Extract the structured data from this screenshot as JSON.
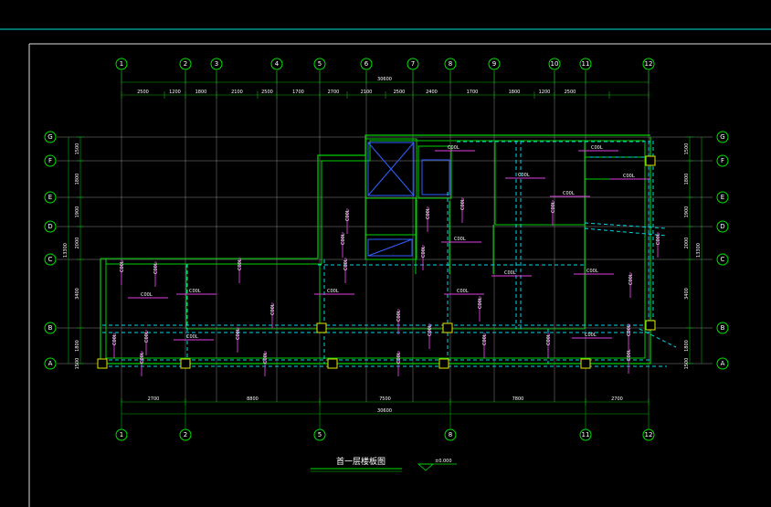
{
  "drawing": {
    "title": "首一层楼板图",
    "elevation": "±0.000",
    "overall_top": "30600",
    "overall_bottom": "30600"
  },
  "axes_x": [
    "1",
    "2",
    "3",
    "4",
    "5",
    "6",
    "7",
    "8",
    "9",
    "10",
    "11",
    "12"
  ],
  "axes_x_bottom": [
    "1",
    "2",
    "5",
    "8",
    "11",
    "12"
  ],
  "axes_y": [
    "G",
    "F",
    "E",
    "D",
    "C",
    "B",
    "A"
  ],
  "dims_top": [
    "2500",
    "1200",
    "1800",
    "2100",
    "2500",
    "1700",
    "2700",
    "2100",
    "2500",
    "2400",
    "1700",
    "1800",
    "1200",
    "2500"
  ],
  "dims_bottom": [
    "2700",
    "8800",
    "7500",
    "7800",
    "2700"
  ],
  "dims_left": [
    "1500",
    "1800",
    "1900",
    "2000",
    "3400",
    "1800",
    "1500"
  ],
  "dims_right": [
    "1500",
    "1800",
    "1900",
    "2000",
    "3400",
    "1800",
    "1500"
  ],
  "dims_left_total": "13300",
  "dims_right_total": "13300",
  "slab_labels": [
    "C00L",
    "C00L",
    "C00L",
    "C00L",
    "C00L",
    "C00L",
    "C00L",
    "C00L",
    "C00L",
    "C00L",
    "C00L",
    "C00L",
    "C00L",
    "C00L",
    "C00L",
    "C00L",
    "C00L",
    "C00L",
    "C00L",
    "C00L",
    "C00L",
    "C00L",
    "C00L",
    "C00L",
    "C00L",
    "C00L",
    "C00L",
    "C00L",
    "C00L",
    "C00L",
    "C00L",
    "C00L",
    "C00L",
    "C00L",
    "C00L",
    "C00L",
    "C00L",
    "C00L"
  ],
  "colors": {
    "axis": "#00e000",
    "beam": "#00d8e8",
    "rebar": "#e040e0",
    "column": "#e8e800",
    "stair": "#3060ff"
  }
}
